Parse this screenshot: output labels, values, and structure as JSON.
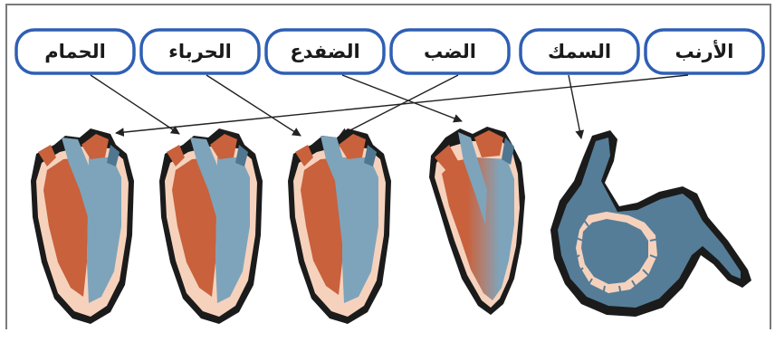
{
  "labels": [
    {
      "id": "pigeon",
      "text": "الحمام"
    },
    {
      "id": "chameleon",
      "text": "الحرباء"
    },
    {
      "id": "frog",
      "text": "الضفدع"
    },
    {
      "id": "lizard",
      "text": "الضب"
    },
    {
      "id": "fish",
      "text": "السمك"
    },
    {
      "id": "rabbit",
      "text": "الأرنب"
    }
  ],
  "colors": {
    "box_border": "#2f5fb4",
    "oxygenated": "#c8613c",
    "deoxygenated": "#7ea4bb",
    "tissue": "#f6d2bd",
    "outline": "#1b1b1b"
  },
  "icons": [
    "four-chamber-heart",
    "four-chamber-heart",
    "four-chamber-heart",
    "three-chamber-heart",
    "two-chamber-heart"
  ]
}
